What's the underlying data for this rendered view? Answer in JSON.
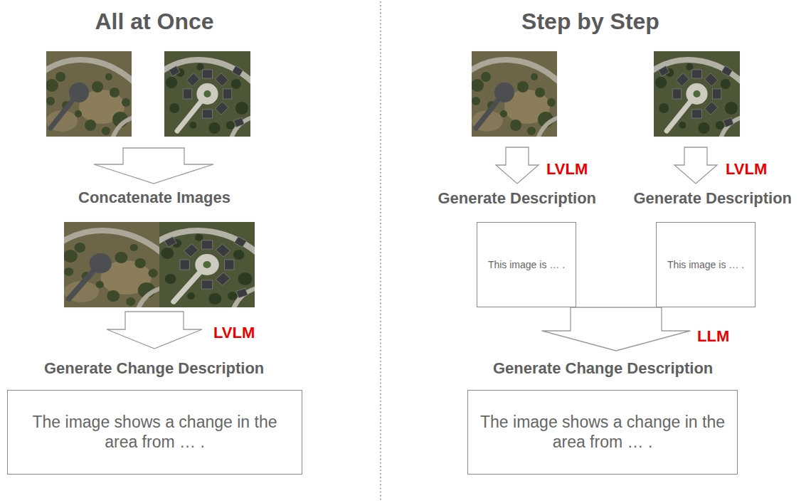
{
  "diagram": {
    "nodes": [
      {
        "text": [
          "Generate Change Description",
          "The image shows a change in the area from … ."
        ]
      },
      {
        "text": [
          "Generate Description",
          "This image is … ."
        ]
      },
      {
        "text": [
          "Generate Description",
          "This image is … ."
        ]
      },
      {
        "text": [
          "Generate Change Description",
          "The image shows a change in the area from … ."
        ]
      }
    ],
    "edges": [
      {
        "from": 1,
        "to": 3,
        "arrow": "to"
      },
      {
        "from": 2,
        "to": 3,
        "arrow": "to",
        "label": "LLM"
      }
    ],
    "labels": [
      "All at Once",
      "Step by Step",
      "Concatenate Images",
      "LVLM",
      "LVLM",
      "LVLM"
    ]
  }
}
